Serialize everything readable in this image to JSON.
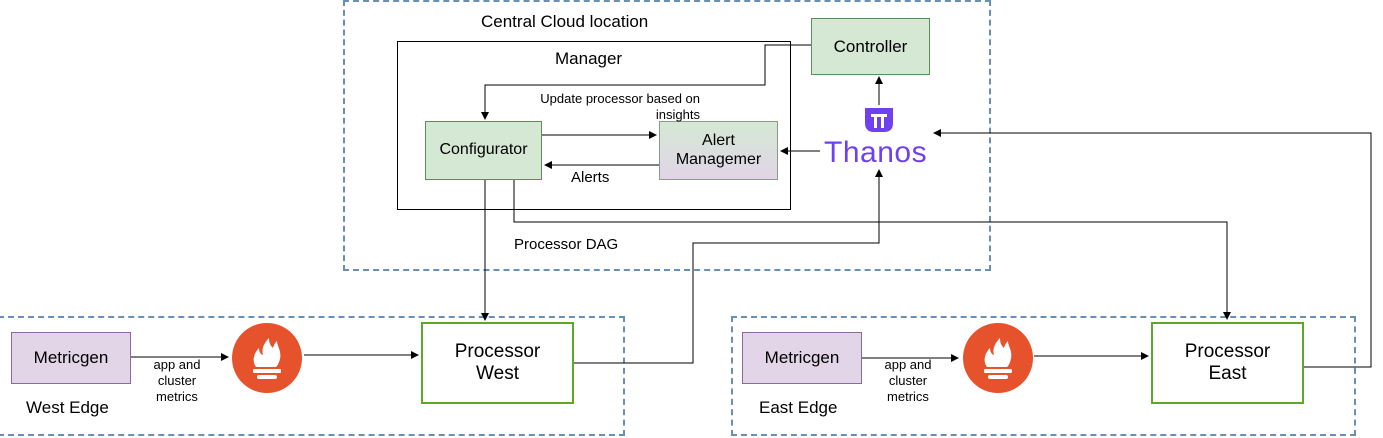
{
  "central": {
    "title": "Central Cloud location"
  },
  "manager": {
    "title": "Manager"
  },
  "nodes": {
    "controller": "Controller",
    "configurator": "Configurator",
    "alert_manager": "Alert Managemer",
    "thanos": "Thanos",
    "metricgen_west": "Metricgen",
    "metricgen_east": "Metricgen",
    "processor_west": "Processor West",
    "processor_east": "Processor East"
  },
  "edges": {
    "update_processor": "Update processor based on insights",
    "alerts": "Alerts",
    "processor_dag": "Processor DAG",
    "west_metrics": "app and cluster metrics",
    "east_metrics": "app and cluster metrics"
  },
  "regions": {
    "west": "West Edge",
    "east": "East Edge"
  },
  "colors": {
    "region_border": "#6a8fb5",
    "green_fill": "#d5e8d4",
    "purple_fill": "#e1d5e7",
    "processor_border": "#5ea62c",
    "prometheus": "#e6522c",
    "thanos": "#6e40ef"
  },
  "icons": [
    "prometheus-icon",
    "thanos-logo-icon"
  ]
}
